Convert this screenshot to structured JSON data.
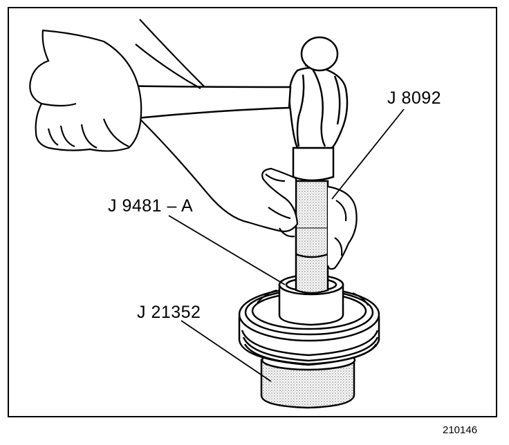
{
  "labels": {
    "tool_j8092": "J 8092",
    "tool_j9481a": "J 9481 – A",
    "tool_j21352": "J 21352"
  },
  "figure_number": "210146",
  "colors": {
    "line": "#000000",
    "background": "#ffffff",
    "stipple": "#7a7a7a"
  }
}
